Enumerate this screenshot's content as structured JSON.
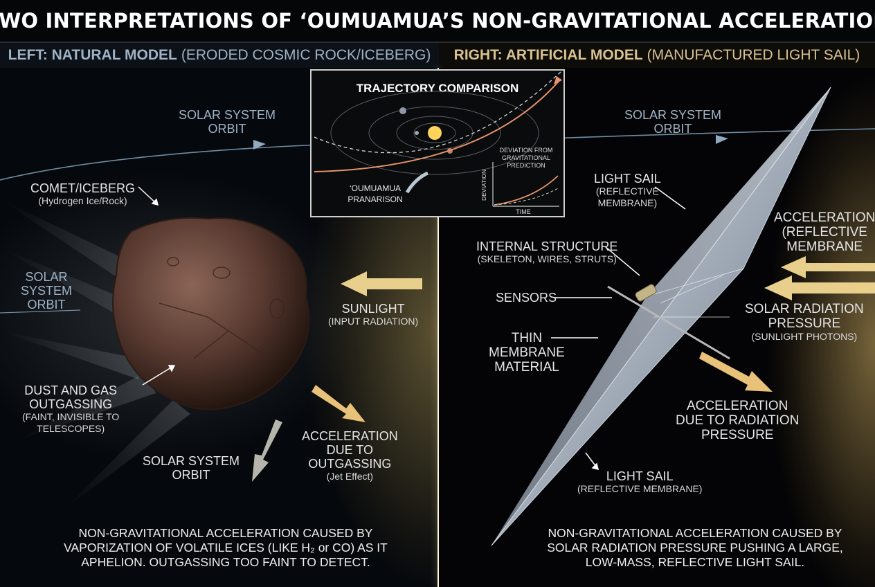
{
  "title": "TWO INTERPRETATIONS OF ‘OUMUAMUA’S NON-GRAVITATIONAL ACCELERATION",
  "left_header": {
    "bold": "LEFT: NATURAL MODEL",
    "rest": "(ERODED COSMIC ROCK/ICEBERG)"
  },
  "right_header": {
    "bold": "RIGHT: ARTIFICIAL MODEL",
    "rest": "(MANUFACTURED LIGHT SAIL)"
  },
  "left": {
    "solar_orbit_top": [
      "SOLAR SYSTEM",
      "ORBIT"
    ],
    "comet": {
      "main": "COMET/ICEBERG",
      "sub": "(Hydrogen Ice/Rock)"
    },
    "solar_orbit_left": [
      "SOLAR",
      "SYSTEM",
      "ORBIT"
    ],
    "sunlight": {
      "main": "SUNLIGHT",
      "sub": "(INPUT RADIATION)"
    },
    "dust": {
      "lines": [
        "DUST AND GAS",
        "OUTGASSING"
      ],
      "sub": [
        "(FAINT, INVISIBLE TO",
        "TELESCOPES)"
      ]
    },
    "solar_orbit_bottom": [
      "SOLAR SYSTEM",
      "ORBIT"
    ],
    "accel": {
      "lines": [
        "ACCELERATION",
        "DUE TO",
        "OUTGASSING"
      ],
      "sub": "(Jet Effect)"
    },
    "caption": [
      "NON-GRAVITATIONAL ACCELERATION CAUSED BY",
      "VAPORIZATION OF VOLATILE ICES (LIKE H₂ or CO) AS IT",
      "APHELION. OUTGASSING TOO FAINT TO DETECT."
    ]
  },
  "inset": {
    "title": "TRAJECTORY COMPARISON",
    "deviation_label": [
      "DEVIATION FROM",
      "GRAVITATIONAL",
      "PREDICTION"
    ],
    "y_axis": "DEVIATION",
    "x_axis": "TIME",
    "oumuamua": [
      "‘OUMUAMUA",
      "PRANARISON"
    ]
  },
  "right": {
    "solar_orbit": [
      "SOLAR SYSTEM",
      "ORBIT"
    ],
    "light_sail_top": {
      "main": "LIGHT SAIL",
      "sub": [
        "(REFLECTIVE",
        "MEMBRANE)"
      ]
    },
    "accel_top": {
      "main": "ACCELERATION",
      "sub": [
        "(REFLECTIVE",
        "MEMBRANE"
      ]
    },
    "internal": {
      "main": "INTERNAL STRUCTURE",
      "sub": "(SKELETON, WIRES, STRUTS)"
    },
    "sensors": "SENSORS",
    "srp": {
      "lines": [
        "SOLAR RADIATION",
        "PRESSURE"
      ],
      "sub": "(SUNLIGHT PHOTONS)"
    },
    "thin": [
      "THIN",
      "MEMBRANE",
      "MATERIAL"
    ],
    "accel_rp": [
      "ACCELERATION",
      "DUE TO RADIATION",
      "PRESSURE"
    ],
    "light_sail_bottom": {
      "main": "LIGHT SAIL",
      "sub": "(REFLECTIVE MEMBRANE)"
    },
    "caption": [
      "NON-GRAVITATIONAL ACCELERATION CAUSED BY",
      "SOLAR RADIATION PRESSURE PUSHING A LARGE,",
      "LOW-MASS, REFLECTIVE LIGHT SAIL."
    ]
  },
  "colors": {
    "orbit": "#6f8ca3",
    "sunlight_arrow": "#e9cf8c",
    "trajectory": "#e8936a",
    "rock": "#6b4a3f"
  }
}
